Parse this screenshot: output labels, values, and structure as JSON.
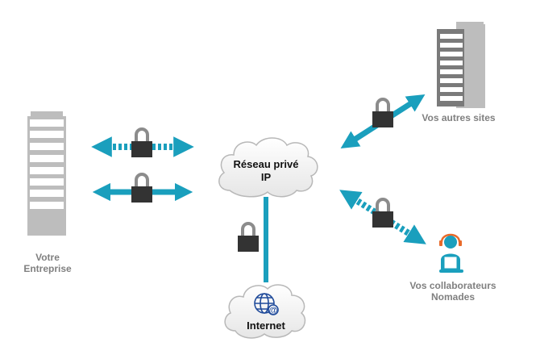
{
  "nodes": {
    "entreprise": {
      "line1": "Votre",
      "line2": "Entreprise"
    },
    "reseau": {
      "line1": "Réseau privé",
      "line2": "IP"
    },
    "internet": {
      "label": "Internet"
    },
    "autres_sites": {
      "label": "Vos autres sites"
    },
    "nomades": {
      "line1": "Vos collaborateurs",
      "line2": "Nomades"
    }
  },
  "colors": {
    "link": "#1a9fbd",
    "lock_body": "#333333",
    "lock_shackle": "#8c8c8c",
    "building_light": "#bdbdbd",
    "building_dark": "#7a7a7a",
    "cloud_fill": "#f2f2f2",
    "cloud_stroke": "#b8b8b8",
    "label_gray": "#808080",
    "headset": "#e86a2a"
  },
  "links": [
    {
      "from": "entreprise",
      "to": "reseau",
      "style": "dashed",
      "locked": true
    },
    {
      "from": "entreprise",
      "to": "reseau",
      "style": "solid",
      "locked": true
    },
    {
      "from": "reseau",
      "to": "internet",
      "style": "solid",
      "locked": true
    },
    {
      "from": "reseau",
      "to": "autres_sites",
      "style": "solid",
      "locked": true
    },
    {
      "from": "reseau",
      "to": "nomades",
      "style": "dashed",
      "locked": true
    }
  ]
}
